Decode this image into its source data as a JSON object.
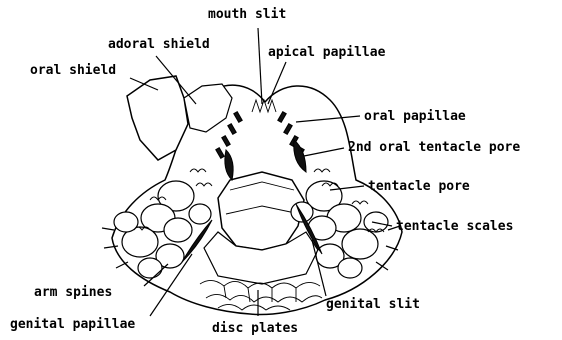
{
  "figure": {
    "labels": {
      "mouth_slit": "mouth slit",
      "adoral_shield": "adoral shield",
      "apical_papillae": "apical papillae",
      "oral_shield": "oral shield",
      "oral_papillae": "oral papillae",
      "second_oral_tentacle_pore": "2nd oral tentacle pore",
      "tentacle_pore": "tentacle pore",
      "tentacle_scales": "tentacle scales",
      "arm_spines": "arm spines",
      "genital_slit": "genital slit",
      "genital_papillae": "genital papillae",
      "disc_plates": "disc plates"
    }
  }
}
